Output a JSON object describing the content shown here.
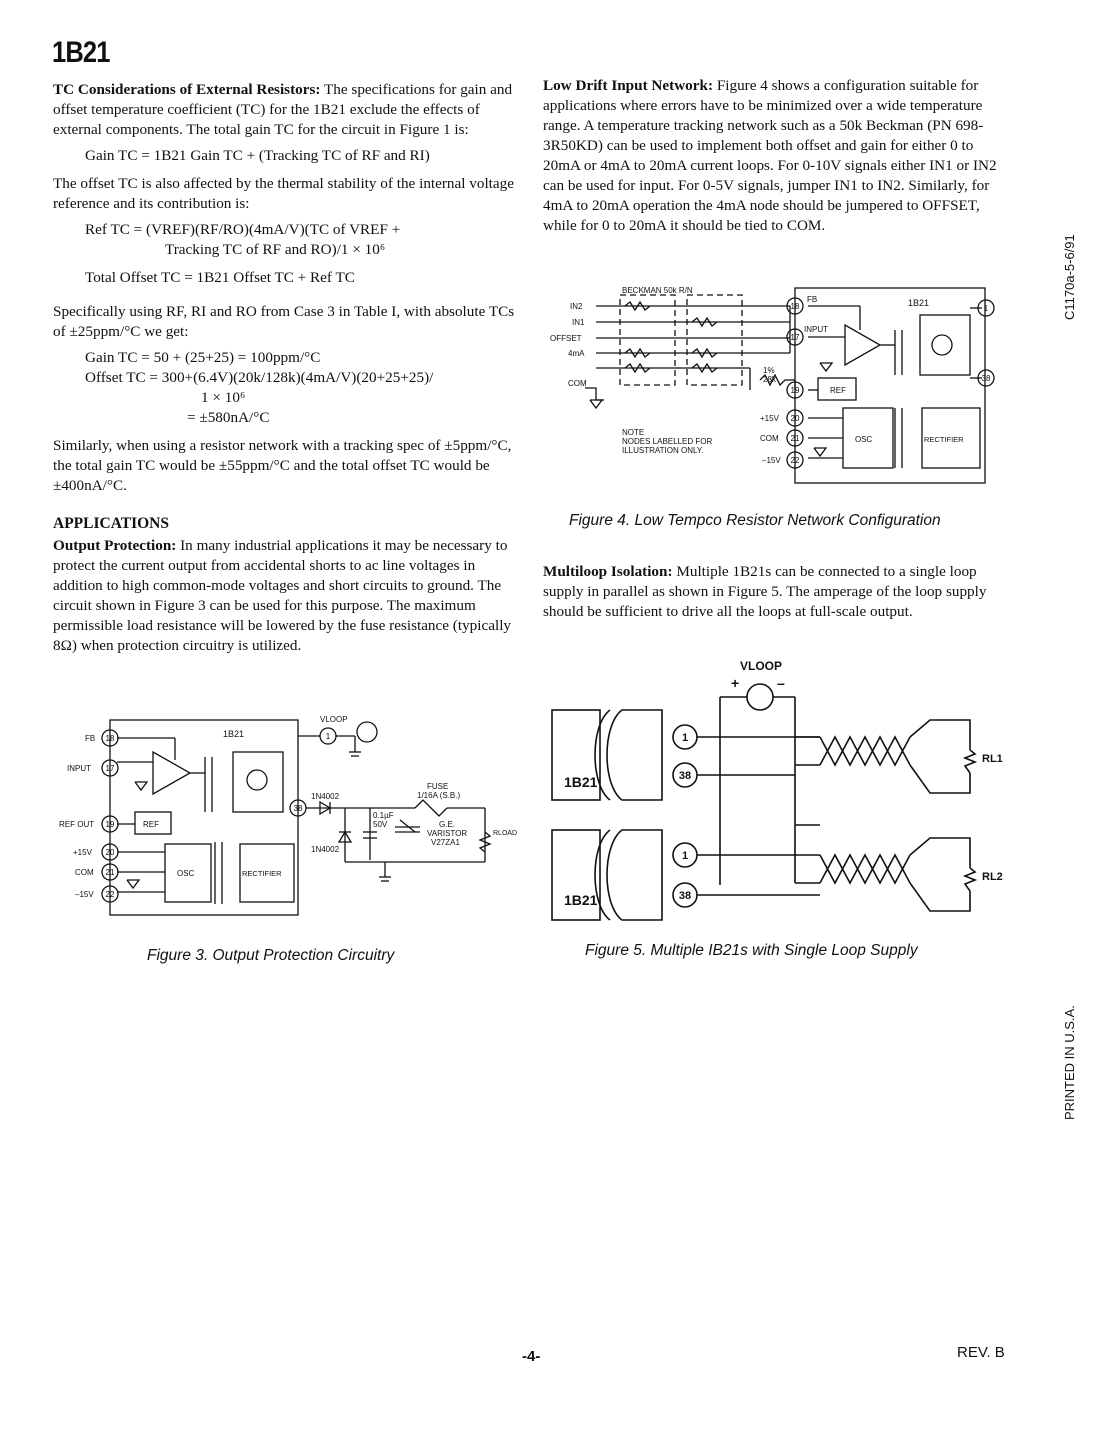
{
  "header": {
    "title": "1B21"
  },
  "left": {
    "tc_heading": "TC Considerations of External Resistors:",
    "tc_p1": "The specifications for gain and offset temperature coefficient (TC) for the 1B21 exclude the effects of external components. The total gain TC for the circuit in Figure 1 is:",
    "eq_gain_tc": "Gain TC = 1B21 Gain TC + (Tracking TC of RF and RI)",
    "tc_p2": "The offset TC is also affected by the thermal stability of the internal voltage reference and its contribution is:",
    "eq_ref_tc_1": "Ref TC = (VREF)(RF/RO)(4mA/V)(TC of VREF +",
    "eq_ref_tc_2": "Tracking TC of RF and RO)/1 × 10⁶",
    "eq_total_offset": "Total Offset TC = 1B21 Offset TC + Ref TC",
    "tc_p3": "Specifically using RF, RI and RO from Case 3 in Table I, with absolute TCs of ±25ppm/°C we get:",
    "eq_gain_val": "Gain TC = 50 + (25+25) = 100ppm/°C",
    "eq_offset_1": "Offset TC = 300+(6.4V)(20k/128k)(4mA/V)(20+25+25)/",
    "eq_offset_2": "1 × 10⁶",
    "eq_offset_3": "= ±580nA/°C",
    "tc_p4": "Similarly, when using a resistor network with a tracking spec of ±5ppm/°C, the total gain TC would be ±55ppm/°C and the total offset TC would be ±400nA/°C.",
    "apps_heading": "APPLICATIONS",
    "op_heading": "Output Protection:",
    "op_text": "In many industrial applications it may be necessary to protect the current output from accidental shorts to ac line voltages in addition to high common-mode voltages and short circuits to ground. The circuit shown in Figure 3 can be used for this purpose. The maximum permissible load resistance will be lowered by the fuse resistance (typically 8Ω) when protection circuitry is utilized."
  },
  "right": {
    "ld_heading": "Low Drift Input Network:",
    "ld_text": "Figure 4 shows a configuration suitable for applications where errors have to be minimized over a wide temperature range. A temperature tracking network such as a 50k Beckman (PN 698-3R50KD) can be used to implement both offset and gain for either 0 to 20mA or 4mA to 20mA current loops. For 0-10V signals either IN1 or IN2 can be used for input. For 0-5V signals, jumper IN1 to IN2. Similarly, for 4mA to 20mA operation the 4mA node should be jumpered to OFFSET, while for 0 to 20mA it should be tied to COM.",
    "ml_heading": "Multiloop Isolation:",
    "ml_text": "Multiple 1B21s can be connected to a single loop supply in parallel as shown in Figure 5. The amperage of the loop supply should be sufficient to drive all the loops at full-scale output."
  },
  "figures": {
    "fig3_caption": "Figure 3. Output Protection Circuitry",
    "fig4_caption": "Figure 4. Low Tempco Resistor Network Configuration",
    "fig5_caption": "Figure 5. Multiple IB21s with Single Loop Supply",
    "fig3": {
      "chip": "1B21",
      "fb": "FB",
      "input": "INPUT",
      "refout": "REF OUT",
      "ref": "REF",
      "p15": "+15V",
      "com": "COM",
      "m15": "–15V",
      "osc": "OSC",
      "rect": "RECTIFIER",
      "vloop": "VLOOP",
      "d1": "1N4002",
      "d2": "1N4002",
      "fuse": "FUSE",
      "fuse_val": "1/16A (S.B.)",
      "cap": "0.1µF",
      "cap_v": "50V",
      "ge": "G.E.",
      "varistor": "VARISTOR",
      "var_pn": "V27ZA1",
      "rload": "RLOAD",
      "n18": "18",
      "n17": "17",
      "n19": "19",
      "n20": "20",
      "n21": "21",
      "n22": "22",
      "n1": "1",
      "n38": "38"
    },
    "fig4": {
      "beckman": "BECKMAN 50k R/N",
      "in2": "IN2",
      "in1": "IN1",
      "offset": "OFFSET",
      "m4": "4mA",
      "com": "COM",
      "chip": "1B21",
      "fb": "FB",
      "input": "INPUT",
      "ref": "REF",
      "osc": "OSC",
      "rect": "RECTIFIER",
      "res1": "1%",
      "res2": "28k",
      "p15": "+15V",
      "com2": "COM",
      "m15": "–15V",
      "note1": "NOTE",
      "note2": "NODES LABELLED FOR",
      "note3": "ILLUSTRATION ONLY.",
      "n18": "18",
      "n17": "17",
      "n19": "19",
      "n20": "20",
      "n21": "21",
      "n22": "22",
      "n1": "1",
      "n38": "38"
    },
    "fig5": {
      "vloop": "VLOOP",
      "plus": "+",
      "minus": "–",
      "chip_a": "1B21",
      "chip_b": "1B21",
      "rl1": "RL1",
      "rl2": "RL2",
      "n1": "1",
      "n38": "38"
    }
  },
  "margin": {
    "code": "C1170a-5-6/91",
    "printed": "PRINTED IN U.S.A."
  },
  "footer": {
    "page": "-4-",
    "rev": "REV. B"
  }
}
